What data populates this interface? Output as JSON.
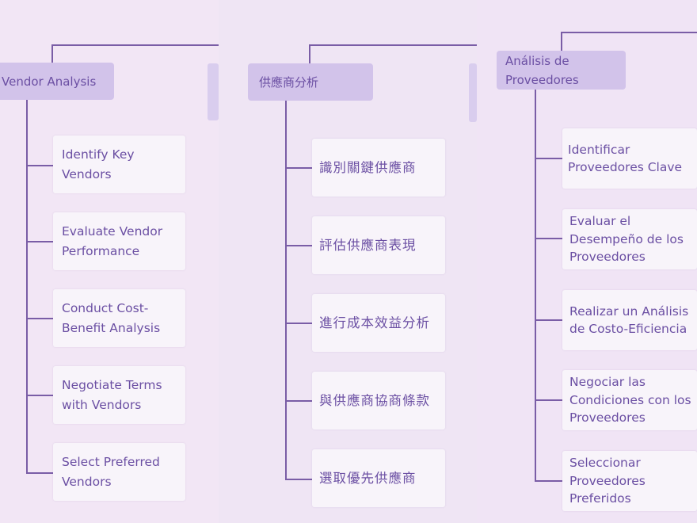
{
  "panels": [
    {
      "root": "Vendor Analysis",
      "children": [
        "Identify Key Vendors",
        "Evaluate Vendor Performance",
        "Conduct Cost-Benefit Analysis",
        "Negotiate Terms with Vendors",
        "Select Preferred Vendors"
      ]
    },
    {
      "root": "供應商分析",
      "children": [
        "識別關鍵供應商",
        "評估供應商表現",
        "進行成本效益分析",
        "與供應商協商條款",
        "選取優先供應商"
      ]
    },
    {
      "root": "Análisis de Proveedores",
      "children": [
        "Identificar Proveedores Clave",
        "Evaluar el Desempeño de los Proveedores",
        "Realizar un Análisis de Costo-Eficiencia",
        "Negociar las Condiciones con los Proveedores",
        "Seleccionar Proveedores Preferidos"
      ]
    }
  ],
  "colors": {
    "connector": "#7a5da6",
    "root_fill": "#d2c3ea",
    "card_fill": "#f8f4fa",
    "text": "#6b4fa3"
  }
}
